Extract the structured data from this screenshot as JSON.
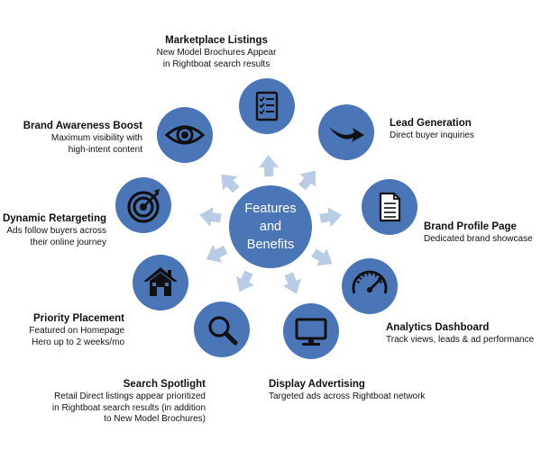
{
  "center": {
    "line1": "Features",
    "line2": "and",
    "line3": "Benefits"
  },
  "colors": {
    "node": "#4a76b8",
    "center": "#4a76b8",
    "arrow": "#b9cce6",
    "icon_ink": "#111111"
  },
  "features": [
    {
      "title": "Marketplace Listings",
      "lines": [
        "New Model Brochures Appear",
        "in Rightboat search results"
      ],
      "icon": "checklist-icon"
    },
    {
      "title": "Lead Generation",
      "lines": [
        "Direct buyer inquiries"
      ],
      "icon": "swoosh-arrow-icon"
    },
    {
      "title": "Brand Profile Page",
      "lines": [
        "Dedicated brand showcase"
      ],
      "icon": "document-icon"
    },
    {
      "title": "Analytics Dashboard",
      "lines": [
        "Track views, leads & ad performance"
      ],
      "icon": "speedometer-icon"
    },
    {
      "title": "Display Advertising",
      "lines": [
        "Targeted ads across Rightboat network"
      ],
      "icon": "monitor-icon"
    },
    {
      "title": "Search Spotlight",
      "lines": [
        "Retail Direct listings appear prioritized",
        "in Rightboat search results (in addition",
        "to New Model Brochures)"
      ],
      "icon": "magnifier-icon"
    },
    {
      "title": "Priority Placement",
      "lines": [
        "Featured on Homepage",
        "Hero up to 2 weeks/mo"
      ],
      "icon": "house-icon"
    },
    {
      "title": "Dynamic Retargeting",
      "lines": [
        "Ads follow buyers across",
        "their online journey"
      ],
      "icon": "target-icon"
    },
    {
      "title": "Brand Awareness Boost",
      "lines": [
        "Maximum visibility with",
        "high-intent content"
      ],
      "icon": "eye-icon"
    }
  ]
}
